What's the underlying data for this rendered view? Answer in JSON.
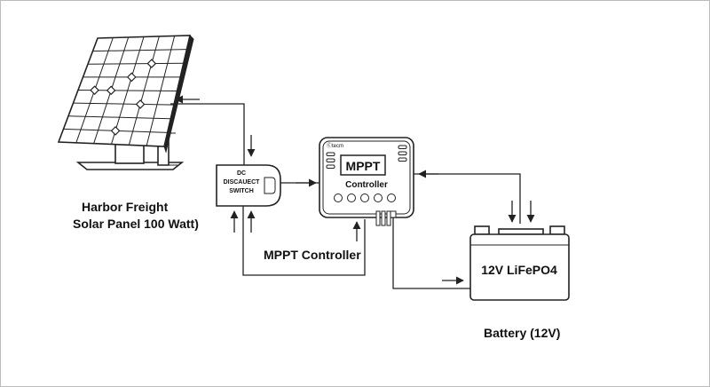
{
  "solar_panel": {
    "line1": "Harbor Freight",
    "line2": "Solar Panel 100 Watt)"
  },
  "switch": {
    "line1": "DC",
    "line2": "DISCAUECT",
    "line3": "SWITCH"
  },
  "mppt": {
    "brand": "Ⓒtecm",
    "screen_text": "MPPT",
    "subtitle": "Controller"
  },
  "mppt_label": "MPPT Controller",
  "battery": {
    "label": "12V LiFePO4",
    "caption": "Battery (12V)"
  },
  "colors": {
    "line": "#222222",
    "background": "#ffffff"
  }
}
